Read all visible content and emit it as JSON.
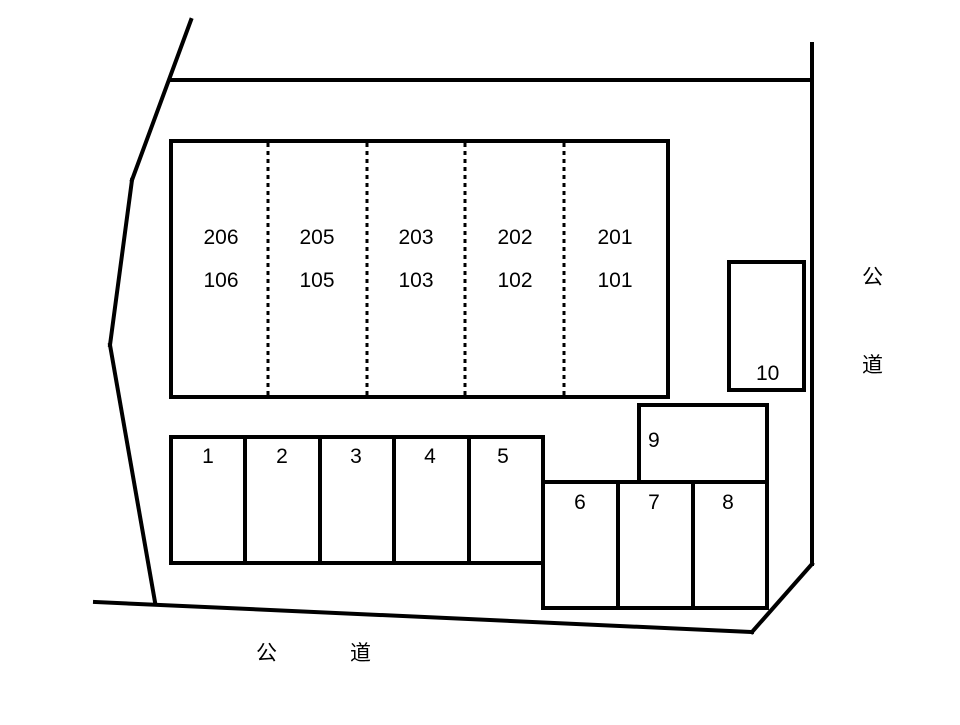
{
  "building": {
    "units": [
      {
        "upper": "206",
        "lower": "106"
      },
      {
        "upper": "205",
        "lower": "105"
      },
      {
        "upper": "203",
        "lower": "103"
      },
      {
        "upper": "202",
        "lower": "102"
      },
      {
        "upper": "201",
        "lower": "101"
      }
    ]
  },
  "parking": {
    "row_a": [
      "1",
      "2",
      "3",
      "4",
      "5"
    ],
    "row_b": [
      "6",
      "7",
      "8"
    ],
    "space_9": "9",
    "space_10": "10"
  },
  "roads": {
    "bottom": [
      "公",
      "道"
    ],
    "right": [
      "公",
      "道"
    ]
  },
  "colors": {
    "line": "#000000",
    "background": "#ffffff"
  }
}
